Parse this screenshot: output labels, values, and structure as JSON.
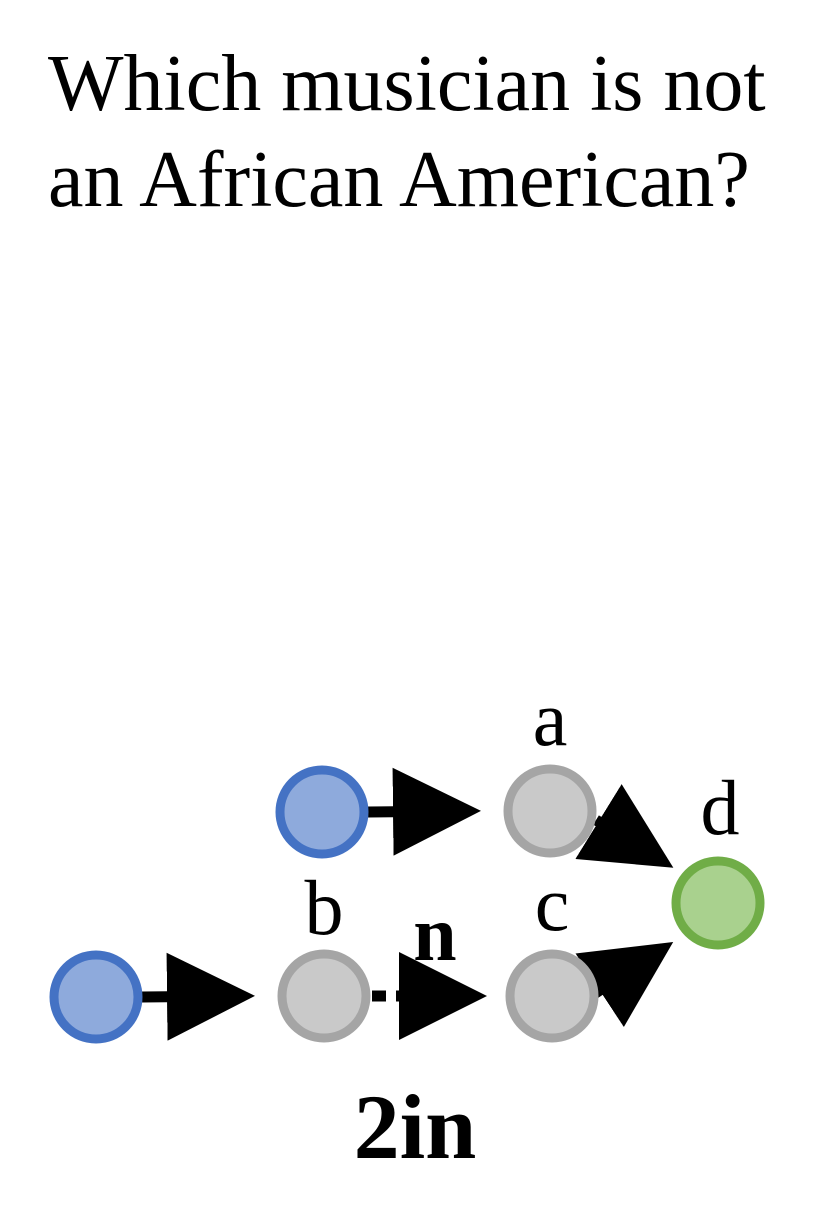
{
  "question": {
    "line1": "Which musician is not",
    "line2": "an African American?"
  },
  "diagram": {
    "node_labels": {
      "a": "a",
      "b": "b",
      "c": "c",
      "d": "d"
    },
    "edge_label": "n",
    "caption": "2in",
    "colors": {
      "anchor_fill": "#8eaadc",
      "anchor_stroke": "#4472c4",
      "intermediate_fill": "#c9c9c9",
      "intermediate_stroke": "#a5a5a5",
      "answer_fill": "#a9d18e",
      "answer_stroke": "#70ad47",
      "edge": "#000000"
    }
  }
}
